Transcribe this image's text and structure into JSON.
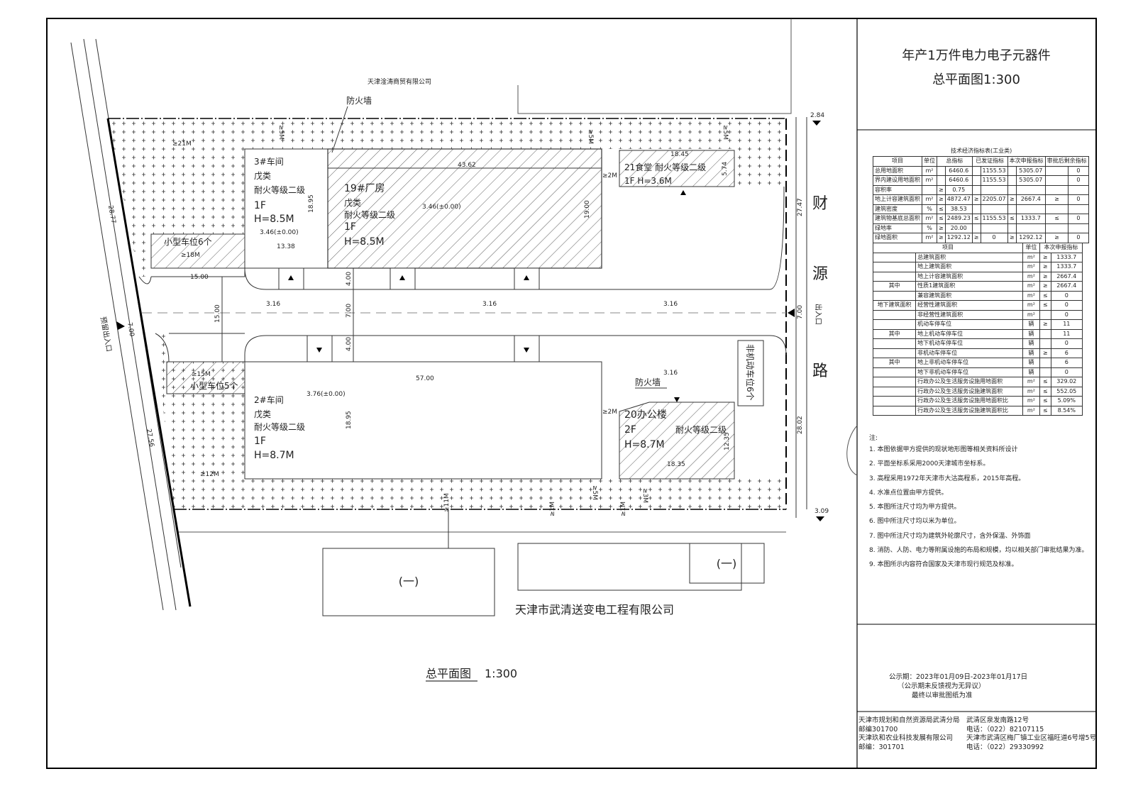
{
  "title_block": {
    "project": "年产1万件电力电子元器件",
    "drawing": "总平面图1:300"
  },
  "plan_title": {
    "name": "总平面图",
    "scale": "1:300"
  },
  "neighbors": {
    "north": "天津淦涛商贸有限公司",
    "south": "天津市武清送变电工程有限公司",
    "south_building_a": "(一)",
    "south_building_b": "(一)"
  },
  "roads": {
    "east_chars": [
      "财",
      "源",
      "路"
    ],
    "east_entrance": "出入口",
    "west_entrance": "预留出入口",
    "dims": {
      "e1": "27.47",
      "e2": "7.00",
      "e3": "28.02",
      "w1": "28.77",
      "w2": "7.00",
      "w3": "27.56"
    },
    "elev_ne": "2.84",
    "elev_se": "3.09"
  },
  "buildings": {
    "b3": {
      "lines": [
        "3#车间",
        "戊类",
        "耐火等级二级",
        "1F",
        "H=8.5M"
      ],
      "elev": "3.46(±0.00)",
      "width": "13.38",
      "depth": "18.95"
    },
    "b19": {
      "lines": [
        "19#厂房",
        "戊类",
        "耐火等级二级",
        "1F",
        "H=8.5M"
      ],
      "elev": "3.46(±0.00)",
      "width": "43.62",
      "depth": "19.00"
    },
    "b21": {
      "line1": "21食堂  耐火等级二级",
      "line2": "1F  H=3.6M",
      "width": "18.45",
      "depth": "5.74"
    },
    "b2": {
      "lines": [
        "2#车间",
        "戊类",
        "耐火等级二级",
        "1F",
        "H=8.7M"
      ],
      "elev": "3.76(±0.00)",
      "width": "57.00",
      "depth": "18.95"
    },
    "b20": {
      "name": "20办公楼",
      "floors": "2F",
      "fire": "耐火等级二级",
      "height": "H=8.7M",
      "width": "18.35",
      "depth": "12.35"
    }
  },
  "labels": {
    "firewall": "防火墙",
    "parking_small_6": "小型车位6个",
    "parking_small_5": "小型车位5个",
    "bike_parking": "非机动车位6个",
    "road_elev": "3.16",
    "d15a": "15.00",
    "d15b": "15.00",
    "d4a": "4.00",
    "d7": "7.00",
    "d4b": "4.00",
    "g21": "≥21M",
    "g12": "≥12M",
    "g18": "≥18M",
    "g15": "≥15M",
    "g5": "≥5M",
    "g2": "≥2M",
    "g11": "≥11M",
    "g1": "≥1M",
    "g3": "≥3M"
  },
  "table1": {
    "caption": "技术经济指标表(工业类)",
    "header": [
      "项目",
      "单位",
      "总指标",
      "已发证指标",
      "本次申报指标",
      "审批后剩余指标"
    ],
    "rows": [
      [
        "总用地面积",
        "m²",
        "",
        "6460.6",
        "",
        "1155.53",
        "",
        "5305.07",
        "",
        "0"
      ],
      [
        "界内建设用地面积",
        "m²",
        "",
        "6460.6",
        "",
        "1155.53",
        "",
        "5305.07",
        "",
        "0"
      ],
      [
        "容积率",
        "",
        "≥",
        "0.75",
        "",
        "",
        "",
        "",
        "",
        ""
      ],
      [
        "地上计容建筑面积",
        "m²",
        "≥",
        "4872.47",
        "≥",
        "2205.07",
        "≥",
        "2667.4",
        "≥",
        "0"
      ],
      [
        "建筑密度",
        "%",
        "≤",
        "38.53",
        "",
        "",
        "",
        "",
        "",
        ""
      ],
      [
        "建筑物基底总面积",
        "m²",
        "≤",
        "2489.23",
        "≤",
        "1155.53",
        "≤",
        "1333.7",
        "≤",
        "0"
      ],
      [
        "绿地率",
        "%",
        "≥",
        "20.00",
        "",
        "",
        "",
        "",
        "",
        ""
      ],
      [
        "绿地面积",
        "m²",
        "≥",
        "1292.12",
        "≥",
        "0",
        "≥",
        "1292.12",
        "≥",
        "0"
      ]
    ]
  },
  "table2": {
    "header": [
      "项目",
      "单位",
      "本次申报指标"
    ],
    "rows": [
      [
        "",
        "总建筑面积",
        "m²",
        "≥",
        "1333.7"
      ],
      [
        "",
        "地上建筑面积",
        "m²",
        "≥",
        "1333.7"
      ],
      [
        "",
        "地上计容建筑面积",
        "m²",
        "≥",
        "2667.4"
      ],
      [
        "其中",
        "性质1建筑面积",
        "m²",
        "≥",
        "2667.4"
      ],
      [
        "",
        "兼容建筑面积",
        "m²",
        "≤",
        "0"
      ],
      [
        "地下建筑面积",
        "经营性建筑面积",
        "m²",
        "≤",
        "0"
      ],
      [
        "",
        "非经营性建筑面积",
        "m²",
        "",
        "0"
      ],
      [
        "",
        "机动车停车位",
        "辆",
        "≥",
        "11"
      ],
      [
        "其中",
        "地上机动车停车位",
        "辆",
        "",
        "11"
      ],
      [
        "",
        "地下机动车停车位",
        "辆",
        "",
        "0"
      ],
      [
        "",
        "非机动车停车位",
        "辆",
        "≥",
        "6"
      ],
      [
        "其中",
        "地上非机动车停车位",
        "辆",
        "",
        "6"
      ],
      [
        "",
        "地下非机动车停车位",
        "辆",
        "",
        "0"
      ],
      [
        "",
        "行政办公及生活服务设施用地面积",
        "m²",
        "≤",
        "329.02"
      ],
      [
        "",
        "行政办公及生活服务设施建筑面积",
        "m²",
        "≤",
        "552.05"
      ],
      [
        "",
        "行政办公及生活服务设施用地面积比",
        "m²",
        "≤",
        "5.09%"
      ],
      [
        "",
        "行政办公及生活服务设施建筑面积比",
        "m²",
        "≤",
        "8.54%"
      ]
    ]
  },
  "notes": {
    "heading": "注:",
    "items": [
      "1. 本图依据甲方提供的现状地形图等相关资料所设计",
      "2. 平面坐标系采用2000天津城市坐标系。",
      "3. 高程采用1972年天津市大沽高程系，2015年高程。",
      "4. 水准点位置由甲方提供。",
      "5. 本图所注尺寸均为甲方提供。",
      "6. 图中所注尺寸均以米为单位。",
      "7. 图中所注尺寸均为建筑外轮廓尺寸，含外保温、外饰面",
      "8. 消防、人防、电力等附属设施的布局和规模，均以相关部门审批结果为准。",
      "9. 本图所示内容符合国家及天津市现行规范及标准。"
    ]
  },
  "publicity": {
    "period": "公示期：2023年01月09日-2023年01月17日",
    "line2": "（公示期未反馈视为无异议）",
    "line3": "最终以审批图纸为准"
  },
  "contacts": [
    [
      "天津市规划和自然资源局武清分局",
      "武清区泉发南路12号"
    ],
    [
      "邮编301700",
      "电话：（022）82107115"
    ],
    [
      "天津玖和农业科技发展有限公司",
      "天津市武清区梅厂镇工业区福旺道6号增5号"
    ],
    [
      "邮编：301701",
      "电话：（022）29330992"
    ]
  ]
}
